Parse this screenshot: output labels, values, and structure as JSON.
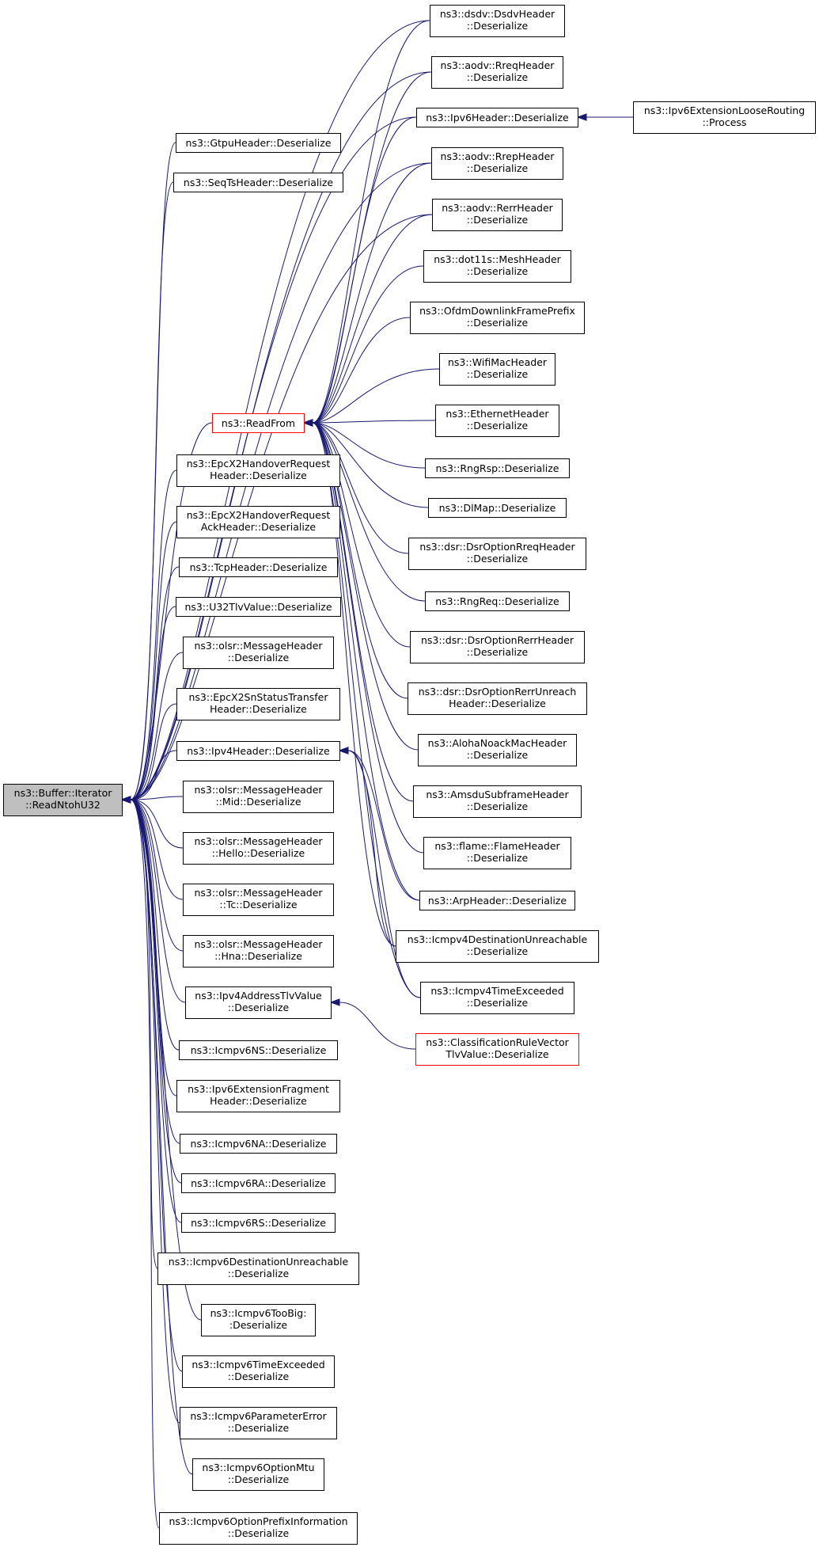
{
  "diagram": {
    "root": {
      "id": "root",
      "lines": [
        "ns3::Buffer::Iterator",
        "::ReadNtohU32"
      ]
    },
    "nodes": [
      {
        "id": "gtpu",
        "lines": [
          "ns3::GtpuHeader::Deserialize"
        ]
      },
      {
        "id": "seqts",
        "lines": [
          "ns3::SeqTsHeader::Deserialize"
        ]
      },
      {
        "id": "readfrom",
        "lines": [
          "ns3::ReadFrom"
        ],
        "highlight": "red"
      },
      {
        "id": "epcx2ho",
        "lines": [
          "ns3::EpcX2HandoverRequest",
          "Header::Deserialize"
        ]
      },
      {
        "id": "epcx2hoack",
        "lines": [
          "ns3::EpcX2HandoverRequest",
          "AckHeader::Deserialize"
        ]
      },
      {
        "id": "tcp",
        "lines": [
          "ns3::TcpHeader::Deserialize"
        ]
      },
      {
        "id": "u32tlv",
        "lines": [
          "ns3::U32TlvValue::Deserialize"
        ]
      },
      {
        "id": "olsrmsg",
        "lines": [
          "ns3::olsr::MessageHeader",
          "::Deserialize"
        ]
      },
      {
        "id": "epcx2sn",
        "lines": [
          "ns3::EpcX2SnStatusTransfer",
          "Header::Deserialize"
        ]
      },
      {
        "id": "ipv4",
        "lines": [
          "ns3::Ipv4Header::Deserialize"
        ]
      },
      {
        "id": "olsrmid",
        "lines": [
          "ns3::olsr::MessageHeader",
          "::Mid::Deserialize"
        ]
      },
      {
        "id": "olsrhello",
        "lines": [
          "ns3::olsr::MessageHeader",
          "::Hello::Deserialize"
        ]
      },
      {
        "id": "olsrtc",
        "lines": [
          "ns3::olsr::MessageHeader",
          "::Tc::Deserialize"
        ]
      },
      {
        "id": "olsrhna",
        "lines": [
          "ns3::olsr::MessageHeader",
          "::Hna::Deserialize"
        ]
      },
      {
        "id": "ipv4addrtlv",
        "lines": [
          "ns3::Ipv4AddressTlvValue",
          "::Deserialize"
        ]
      },
      {
        "id": "icmpv6ns",
        "lines": [
          "ns3::Icmpv6NS::Deserialize"
        ]
      },
      {
        "id": "ipv6frag",
        "lines": [
          "ns3::Ipv6ExtensionFragment",
          "Header::Deserialize"
        ]
      },
      {
        "id": "icmpv6na",
        "lines": [
          "ns3::Icmpv6NA::Deserialize"
        ]
      },
      {
        "id": "icmpv6ra",
        "lines": [
          "ns3::Icmpv6RA::Deserialize"
        ]
      },
      {
        "id": "icmpv6rs",
        "lines": [
          "ns3::Icmpv6RS::Deserialize"
        ]
      },
      {
        "id": "icmpv6du",
        "lines": [
          "ns3::Icmpv6DestinationUnreachable",
          "::Deserialize"
        ]
      },
      {
        "id": "icmpv6tb",
        "lines": [
          "ns3::Icmpv6TooBig:",
          ":Deserialize"
        ]
      },
      {
        "id": "icmpv6te",
        "lines": [
          "ns3::Icmpv6TimeExceeded",
          "::Deserialize"
        ]
      },
      {
        "id": "icmpv6pe",
        "lines": [
          "ns3::Icmpv6ParameterError",
          "::Deserialize"
        ]
      },
      {
        "id": "icmpv6mtu",
        "lines": [
          "ns3::Icmpv6OptionMtu",
          "::Deserialize"
        ]
      },
      {
        "id": "icmpv6pi",
        "lines": [
          "ns3::Icmpv6OptionPrefixInformation",
          "::Deserialize"
        ]
      },
      {
        "id": "dsdv",
        "lines": [
          "ns3::dsdv::DsdvHeader",
          "::Deserialize"
        ]
      },
      {
        "id": "aodvrreq",
        "lines": [
          "ns3::aodv::RreqHeader",
          "::Deserialize"
        ]
      },
      {
        "id": "ipv6",
        "lines": [
          "ns3::Ipv6Header::Deserialize"
        ]
      },
      {
        "id": "aodvrrep",
        "lines": [
          "ns3::aodv::RrepHeader",
          "::Deserialize"
        ]
      },
      {
        "id": "aodvrerr",
        "lines": [
          "ns3::aodv::RerrHeader",
          "::Deserialize"
        ]
      },
      {
        "id": "dot11s",
        "lines": [
          "ns3::dot11s::MeshHeader",
          "::Deserialize"
        ]
      },
      {
        "id": "ofdm",
        "lines": [
          "ns3::OfdmDownlinkFramePrefix",
          "::Deserialize"
        ]
      },
      {
        "id": "wifimac",
        "lines": [
          "ns3::WifiMacHeader",
          "::Deserialize"
        ]
      },
      {
        "id": "ethernet",
        "lines": [
          "ns3::EthernetHeader",
          "::Deserialize"
        ]
      },
      {
        "id": "rngrsp",
        "lines": [
          "ns3::RngRsp::Deserialize"
        ]
      },
      {
        "id": "dlmap",
        "lines": [
          "ns3::DlMap::Deserialize"
        ]
      },
      {
        "id": "dsrrreq",
        "lines": [
          "ns3::dsr::DsrOptionRreqHeader",
          "::Deserialize"
        ]
      },
      {
        "id": "rngreq",
        "lines": [
          "ns3::RngReq::Deserialize"
        ]
      },
      {
        "id": "dsrrerr",
        "lines": [
          "ns3::dsr::DsrOptionRerrHeader",
          "::Deserialize"
        ]
      },
      {
        "id": "dsrrerrun",
        "lines": [
          "ns3::dsr::DsrOptionRerrUnreach",
          "Header::Deserialize"
        ]
      },
      {
        "id": "aloha",
        "lines": [
          "ns3::AlohaNoackMacHeader",
          "::Deserialize"
        ]
      },
      {
        "id": "amsdu",
        "lines": [
          "ns3::AmsduSubframeHeader",
          "::Deserialize"
        ]
      },
      {
        "id": "flame",
        "lines": [
          "ns3::flame::FlameHeader",
          "::Deserialize"
        ]
      },
      {
        "id": "arp",
        "lines": [
          "ns3::ArpHeader::Deserialize"
        ]
      },
      {
        "id": "icmpv4du",
        "lines": [
          "ns3::Icmpv4DestinationUnreachable",
          "::Deserialize"
        ]
      },
      {
        "id": "icmpv4te",
        "lines": [
          "ns3::Icmpv4TimeExceeded",
          "::Deserialize"
        ]
      },
      {
        "id": "classrule",
        "lines": [
          "ns3::ClassificationRuleVector",
          "TlvValue::Deserialize"
        ],
        "highlight": "red"
      },
      {
        "id": "ipv6loose",
        "lines": [
          "ns3::Ipv6ExtensionLooseRouting",
          "::Process"
        ]
      }
    ],
    "edges": [
      [
        "gtpu",
        "root"
      ],
      [
        "seqts",
        "root"
      ],
      [
        "readfrom",
        "root"
      ],
      [
        "epcx2ho",
        "root"
      ],
      [
        "epcx2hoack",
        "root"
      ],
      [
        "tcp",
        "root"
      ],
      [
        "u32tlv",
        "root"
      ],
      [
        "olsrmsg",
        "root"
      ],
      [
        "epcx2sn",
        "root"
      ],
      [
        "ipv4",
        "root"
      ],
      [
        "olsrmid",
        "root"
      ],
      [
        "olsrhello",
        "root"
      ],
      [
        "olsrtc",
        "root"
      ],
      [
        "olsrhna",
        "root"
      ],
      [
        "ipv4addrtlv",
        "root"
      ],
      [
        "icmpv6ns",
        "root"
      ],
      [
        "ipv6frag",
        "root"
      ],
      [
        "icmpv6na",
        "root"
      ],
      [
        "icmpv6ra",
        "root"
      ],
      [
        "icmpv6rs",
        "root"
      ],
      [
        "icmpv6du",
        "root"
      ],
      [
        "icmpv6tb",
        "root"
      ],
      [
        "icmpv6te",
        "root"
      ],
      [
        "icmpv6pe",
        "root"
      ],
      [
        "icmpv6mtu",
        "root"
      ],
      [
        "icmpv6pi",
        "root"
      ],
      [
        "dsdv",
        "root"
      ],
      [
        "aodvrreq",
        "root"
      ],
      [
        "ipv6",
        "root"
      ],
      [
        "aodvrrep",
        "root"
      ],
      [
        "aodvrerr",
        "root"
      ],
      [
        "dsdv",
        "readfrom"
      ],
      [
        "aodvrreq",
        "readfrom"
      ],
      [
        "ipv6",
        "readfrom"
      ],
      [
        "aodvrrep",
        "readfrom"
      ],
      [
        "aodvrerr",
        "readfrom"
      ],
      [
        "dot11s",
        "readfrom"
      ],
      [
        "ofdm",
        "readfrom"
      ],
      [
        "wifimac",
        "readfrom"
      ],
      [
        "ethernet",
        "readfrom"
      ],
      [
        "rngrsp",
        "readfrom"
      ],
      [
        "dlmap",
        "readfrom"
      ],
      [
        "dsrrreq",
        "readfrom"
      ],
      [
        "rngreq",
        "readfrom"
      ],
      [
        "dsrrerr",
        "readfrom"
      ],
      [
        "dsrrerrun",
        "readfrom"
      ],
      [
        "aloha",
        "readfrom"
      ],
      [
        "amsdu",
        "readfrom"
      ],
      [
        "flame",
        "readfrom"
      ],
      [
        "arp",
        "readfrom"
      ],
      [
        "icmpv4du",
        "readfrom"
      ],
      [
        "icmpv4te",
        "readfrom"
      ],
      [
        "arp",
        "ipv4"
      ],
      [
        "icmpv4du",
        "ipv4"
      ],
      [
        "icmpv4te",
        "ipv4"
      ],
      [
        "classrule",
        "ipv4addrtlv"
      ],
      [
        "ipv6loose",
        "ipv6"
      ]
    ],
    "colors": {
      "edge": "#191970",
      "root_fill": "#bfbfbf",
      "highlight_border": "#ff0000"
    }
  }
}
